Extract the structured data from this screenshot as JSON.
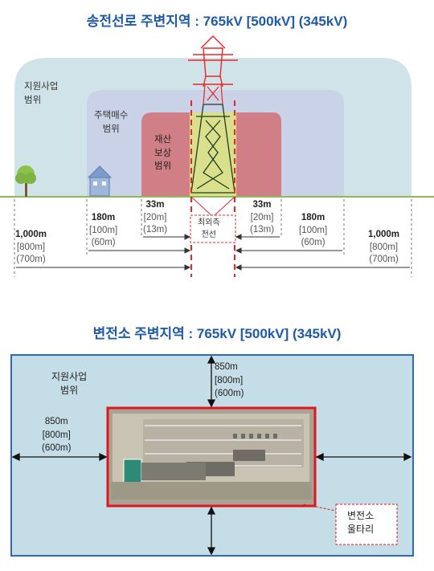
{
  "titles": {
    "transmission": "송전선로 주변지역 : 765kV [500kV] (345kV)",
    "substation": "변전소 주변지역 : 765kV [500kV] (345kV)"
  },
  "transmission_diagram": {
    "zone_support": "지원사업\n범위",
    "zone_purchase": "주택매수\n범위",
    "zone_compensation": "재산\n보상\n범위",
    "outer_line": "최외측\n전선",
    "distances": {
      "left_1000": {
        "main": "1,000m",
        "b": "[800m]",
        "c": "(700m)"
      },
      "left_180": {
        "main": "180m",
        "b": "[100m]",
        "c": "(60m)"
      },
      "left_33": {
        "main": "33m",
        "b": "[20m]",
        "c": "(13m)"
      },
      "right_33": {
        "main": "33m",
        "b": "[20m]",
        "c": "(13m)"
      },
      "right_180": {
        "main": "180m",
        "b": "[100m]",
        "c": "(60m)"
      },
      "right_1000": {
        "main": "1,000m",
        "b": "[800m]",
        "c": "(700m)"
      }
    }
  },
  "substation_diagram": {
    "zone_support": "지원사업\n범위",
    "fence": "변전소\n울타리",
    "dist_top": "850m\n[800m]\n(600m)",
    "dist_left": "850m\n[800m]\n(600m)"
  },
  "colors": {
    "title": "#1f5aa6",
    "zone_support": "#cfe3e8",
    "zone_purchase": "#c9d2e6",
    "zone_compensation": "#d07f86",
    "tower_area": "#d9df8a",
    "tower": "#e8262a",
    "substation_bg": "#c4dde6",
    "substation_border": "#2c6bb8",
    "fence": "#e0171e"
  }
}
